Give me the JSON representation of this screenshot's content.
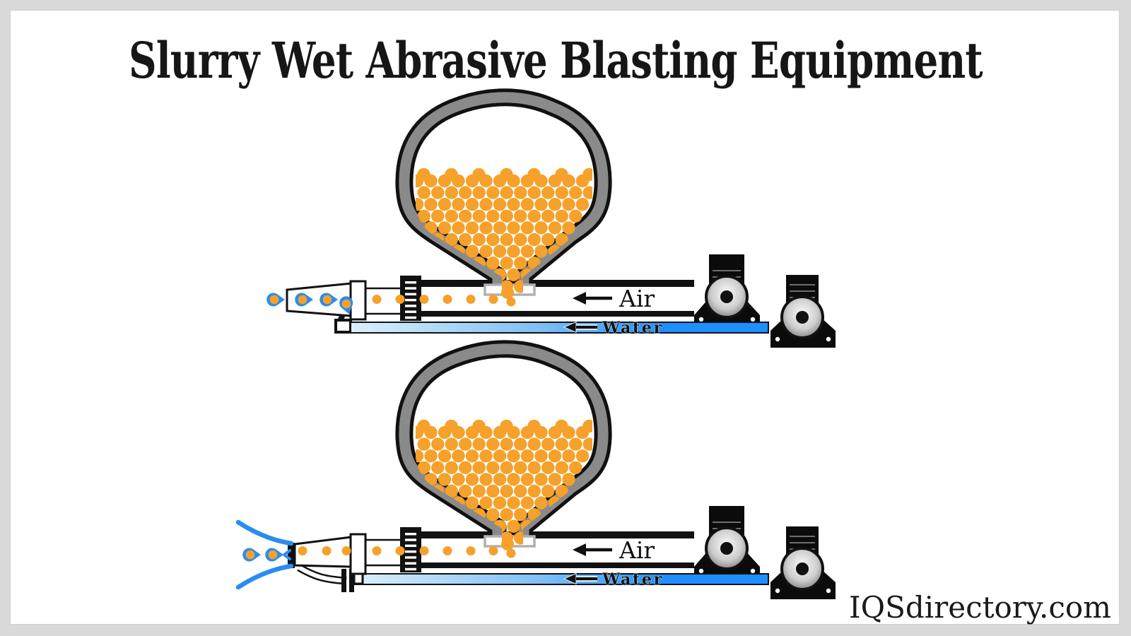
{
  "title": "Slurry Wet Abrasive Blasting Equipment",
  "watermark": "IQSdirectory.com",
  "colors": {
    "outline": "#111111",
    "abrasive_orange": "#F5A12B",
    "hopper_wall_gray": "#8A8A8A",
    "water_deep_blue": "#1E8FFF",
    "water_mid_blue": "#7FC0F5",
    "water_light_blue": "#DCEFFB",
    "droplet_blue": "#2B8CEF",
    "spray_blue": "#2B8CEF",
    "pump_body_black": "#0B0B0B",
    "pump_hub_light": "#FBFBFB",
    "pump_hub_dark": "#6A6A6A",
    "gate_gray": "#B0B0B0",
    "pipe_white": "#FFFFFF",
    "bolt_white": "#FFFFFF"
  },
  "diagrams": [
    {
      "name": "wet-blaster-top",
      "variant": "droplets",
      "labels": {
        "air": "Air",
        "water": "Water"
      }
    },
    {
      "name": "wet-blaster-bottom",
      "variant": "spray",
      "labels": {
        "air": "Air",
        "water": "Water"
      }
    }
  ]
}
